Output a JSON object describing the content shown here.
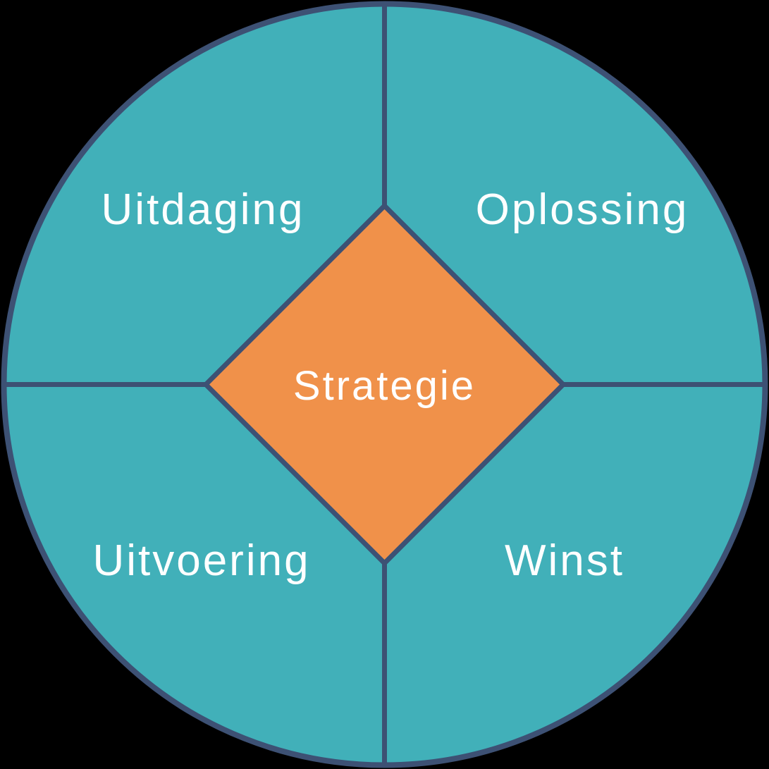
{
  "diagram": {
    "title": "Strategy quadrant circle diagram",
    "center": {
      "label": "Strategie"
    },
    "quadrants": {
      "top_left": {
        "label": "Uitdaging"
      },
      "top_right": {
        "label": "Oplossing"
      },
      "bottom_left": {
        "label": "Uitvoering"
      },
      "bottom_right": {
        "label": "Winst"
      }
    },
    "colors": {
      "background": "#000000",
      "circle_fill": "#41b0b9",
      "outline": "#3d5174",
      "diamond_fill": "#f0914a",
      "label_text": "#ffffff"
    }
  }
}
